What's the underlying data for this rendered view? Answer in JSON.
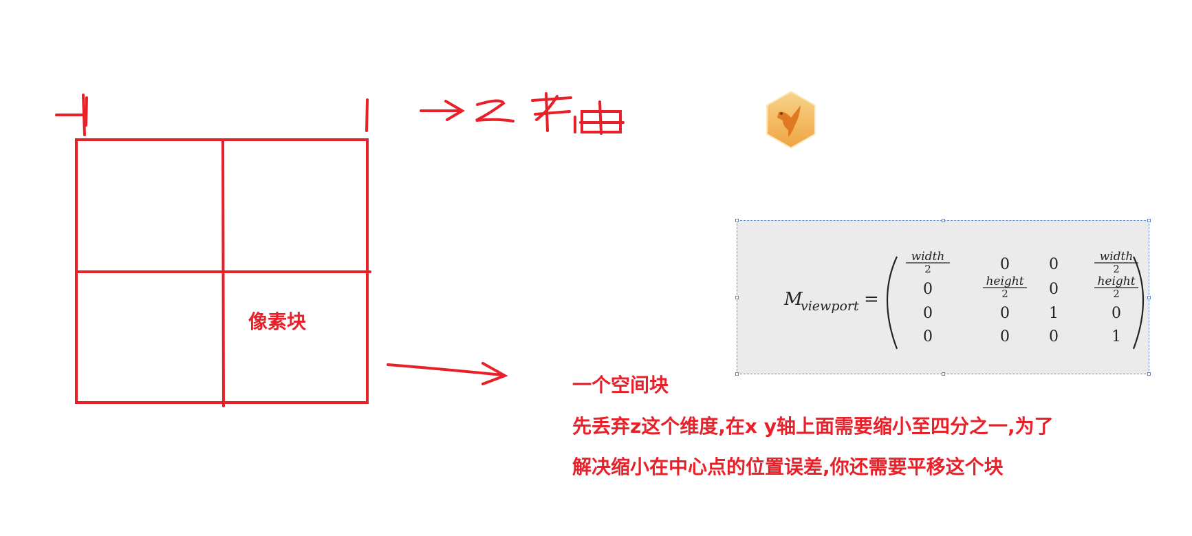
{
  "labels": {
    "pixel_block": "像素块",
    "space_block": "一个空间块",
    "description_line_1": "先丢弃z这个维度,在x  y轴上面需要缩小至四分之一,为了",
    "description_line_2": "解决缩小在中心点的位置误差,你还需要平移这个块"
  },
  "matrix": {
    "name": "M",
    "subscript": "viewport",
    "equals": "=",
    "rows": [
      [
        {
          "num": "width",
          "den": "2"
        },
        {
          "val": "0"
        },
        {
          "val": "0"
        },
        {
          "num": "width",
          "den": "2"
        }
      ],
      [
        {
          "val": "0"
        },
        {
          "num": "height",
          "den": "2"
        },
        {
          "val": "0"
        },
        {
          "num": "height",
          "den": "2"
        }
      ],
      [
        {
          "val": "0"
        },
        {
          "val": "0"
        },
        {
          "val": "1"
        },
        {
          "val": "0"
        }
      ],
      [
        {
          "val": "0"
        },
        {
          "val": "0"
        },
        {
          "val": "0"
        },
        {
          "val": "1"
        }
      ]
    ]
  },
  "colors": {
    "annotation_red": "#e8202a",
    "matrix_background": "#ebebeb",
    "selection_border": "#5b8fd6",
    "logo_orange": "#f0a443"
  },
  "icons": {
    "app_logo": "hummingbird-logo-icon"
  }
}
